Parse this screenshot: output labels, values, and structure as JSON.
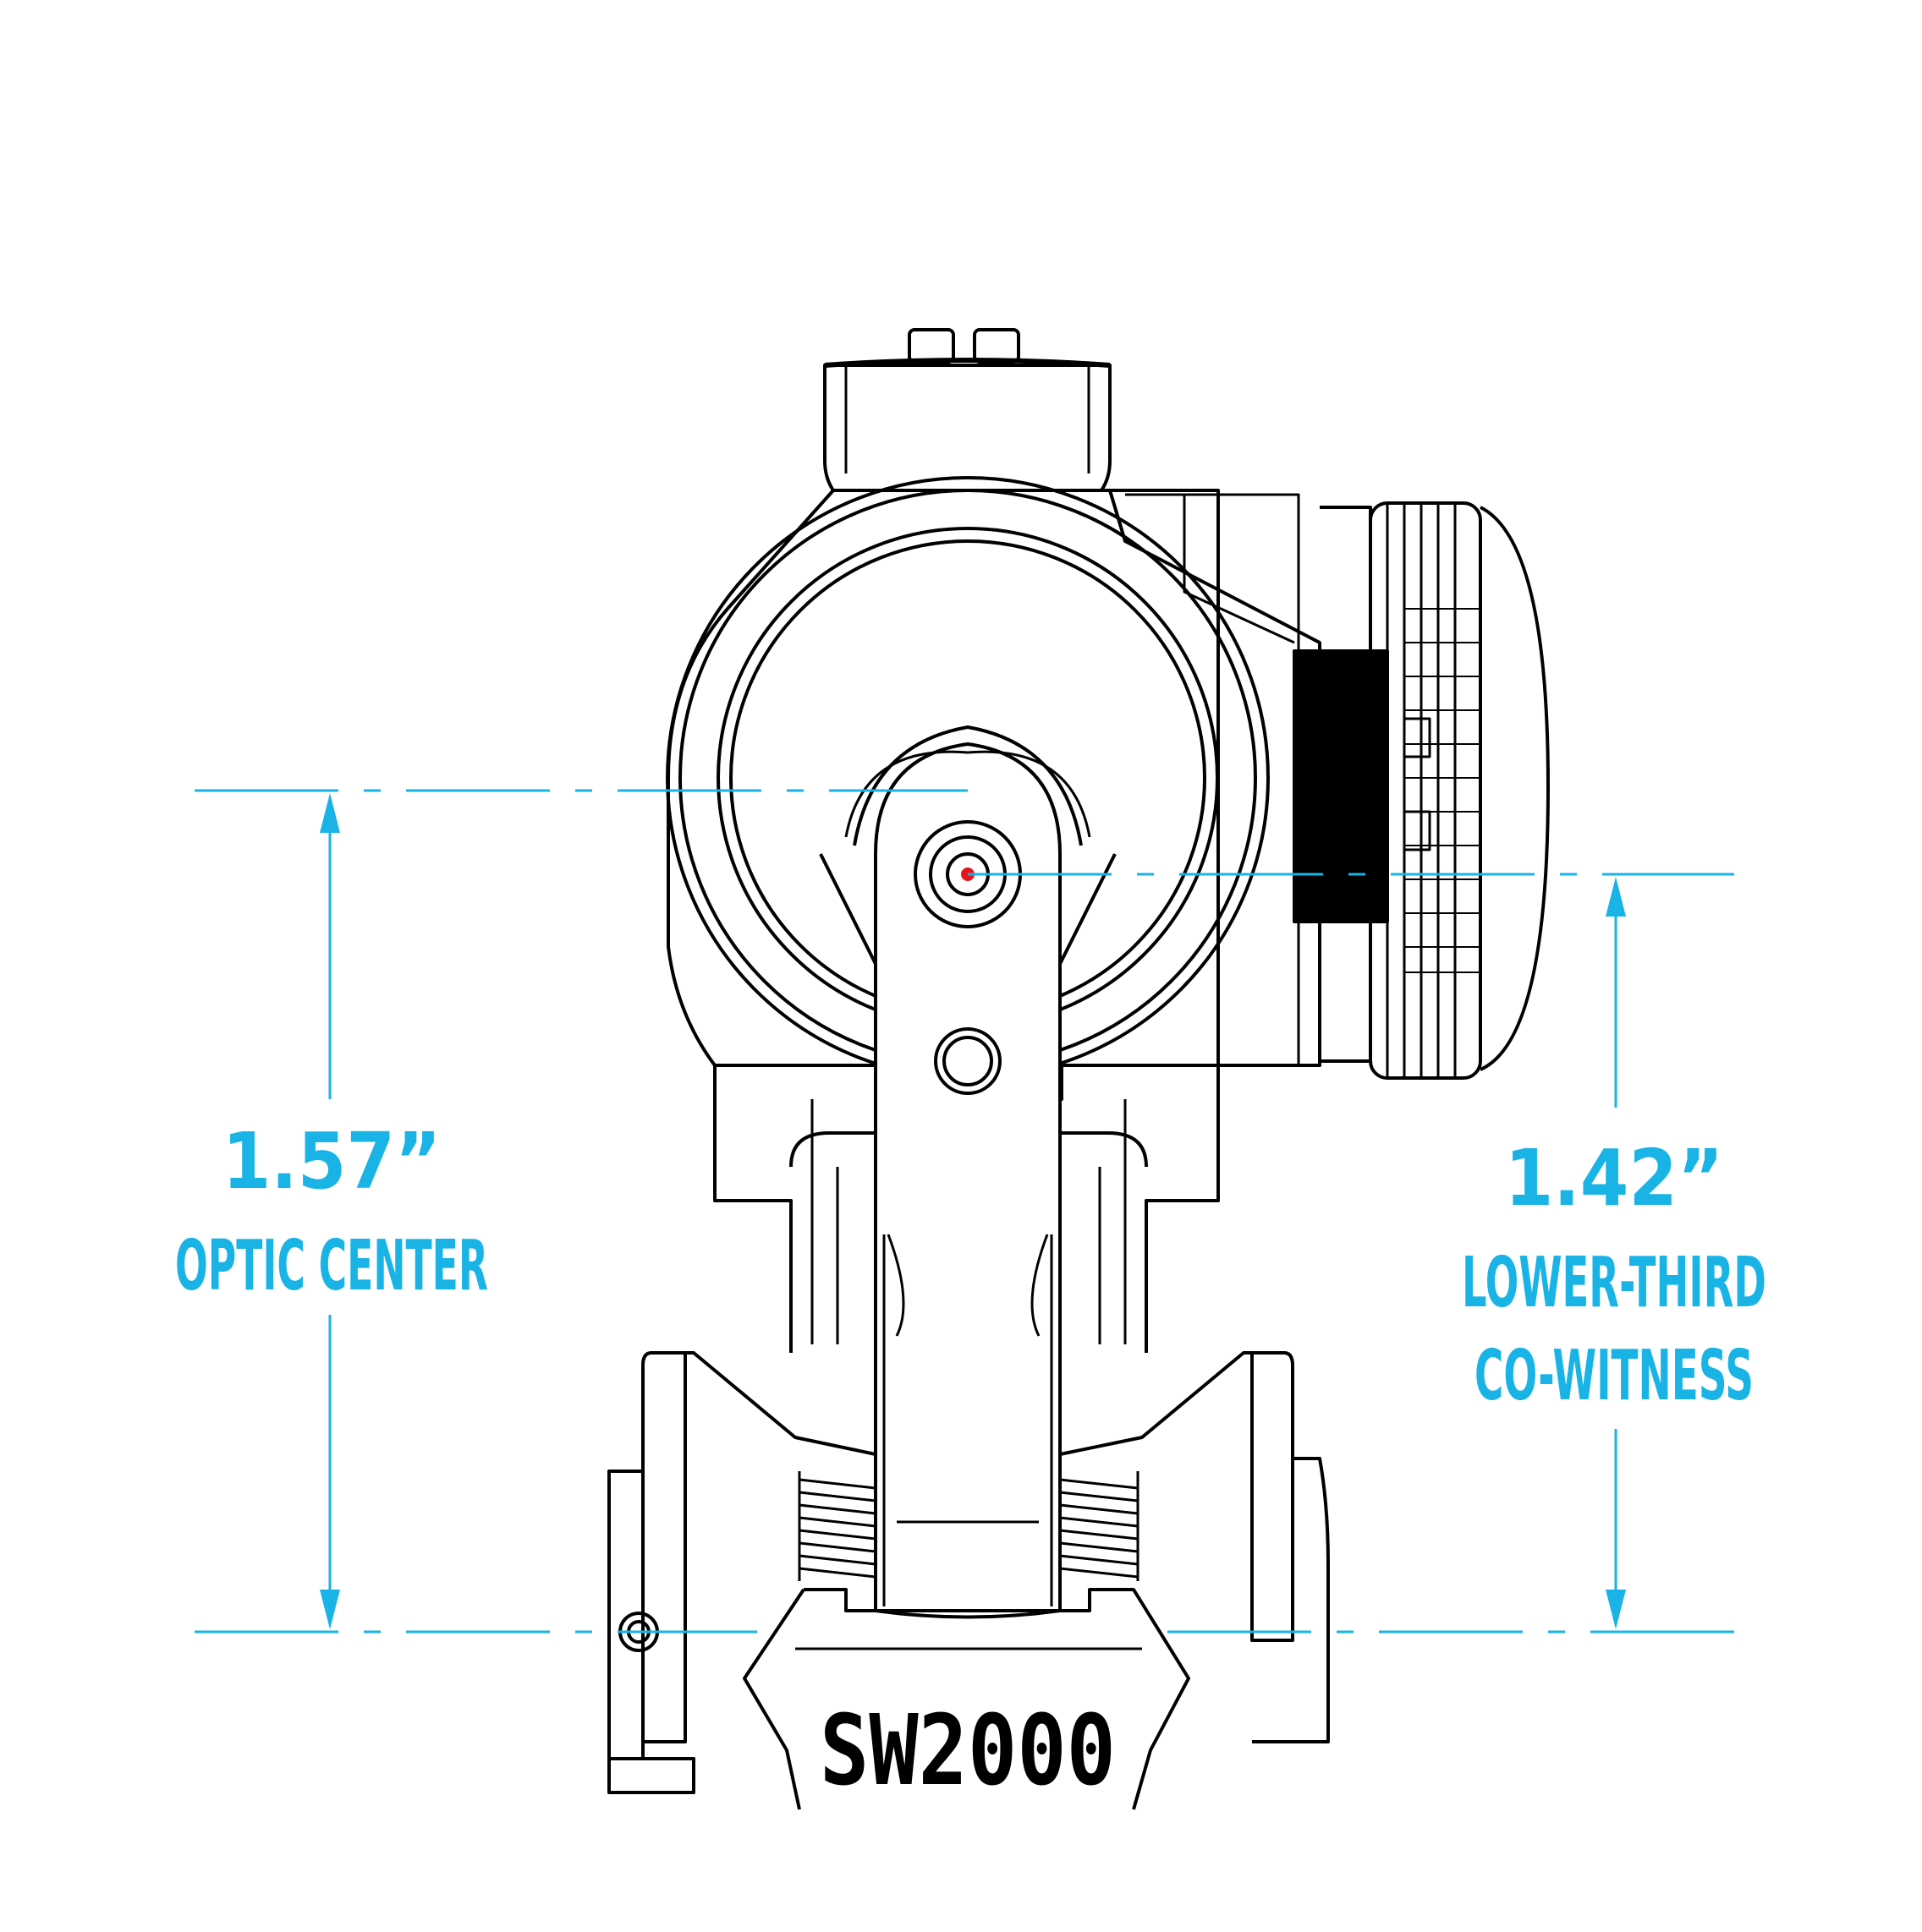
{
  "colors": {
    "dimension": "#1ab3e6",
    "linework": "#000000",
    "background": "#ffffff",
    "reticle_dot": "#e8141c"
  },
  "left_dimension": {
    "value": "1.57”",
    "label": "OPTIC CENTER"
  },
  "right_dimension": {
    "value": "1.42”",
    "label_line1": "LOWER-THIRD",
    "label_line2": "CO-WITNESS"
  },
  "mount_label": "SW2000"
}
